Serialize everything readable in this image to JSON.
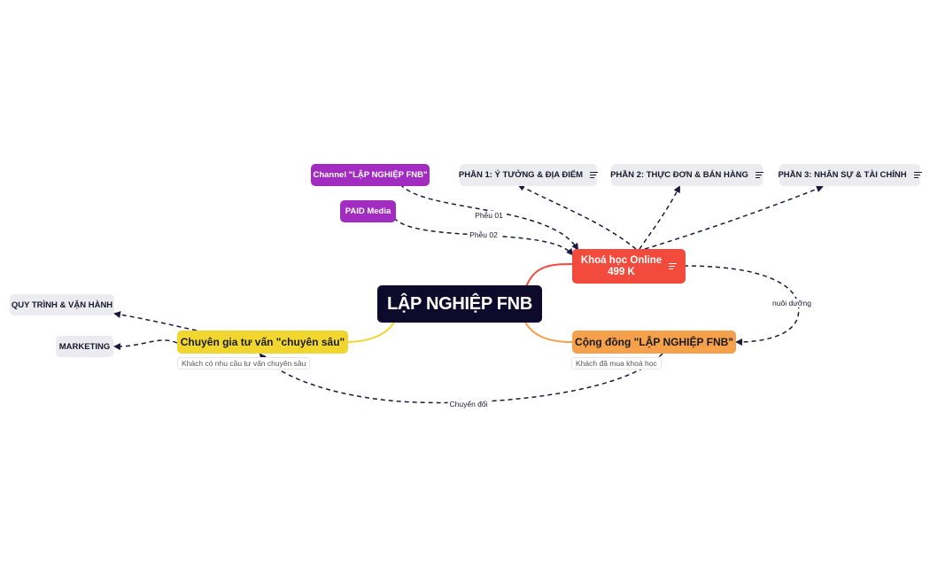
{
  "root": {
    "label": "LẬP NGHIỆP FNB"
  },
  "course": {
    "line1": "Khoá học Online",
    "line2": "499 K",
    "icon": "notes-icon"
  },
  "community": {
    "label": "Cộng đồng \"LẬP NGHIỆP FNB\"",
    "note": "Khách đã mua khoá học"
  },
  "consult": {
    "label": "Chuyên gia tư vấn \"chuyên sâu\"",
    "note": "Khách có nhu cầu tư vấn chuyên sâu"
  },
  "channels": [
    {
      "label": "Channel \"LẬP NGHIỆP FNB\""
    },
    {
      "label": "PAID Media"
    }
  ],
  "parts": [
    {
      "label": "PHẦN 1: Ý TƯỞNG & ĐỊA ĐIỂM",
      "icon": "notes-icon"
    },
    {
      "label": "PHẦN 2: THỰC ĐƠN & BÁN HÀNG",
      "icon": "notes-icon"
    },
    {
      "label": "PHẦN 3: NHÂN SỰ & TÀI CHÍNH",
      "icon": "notes-icon"
    }
  ],
  "consult_children": [
    {
      "label": "QUY TRÌNH & VẬN HÀNH"
    },
    {
      "label": "MARKETING"
    }
  ],
  "edge_labels": {
    "funnel1": "Phễu 01",
    "funnel2": "Phễu 02",
    "nurture": "nuôi dưỡng",
    "convert": "Chuyển đổi"
  },
  "colors": {
    "root": "#0d0a2b",
    "course": "#f24a3d",
    "community": "#f5a04a",
    "consult": "#f2d630",
    "channel": "#a22cc0",
    "part": "#ebebf0",
    "dashed": "#1a1a40"
  }
}
